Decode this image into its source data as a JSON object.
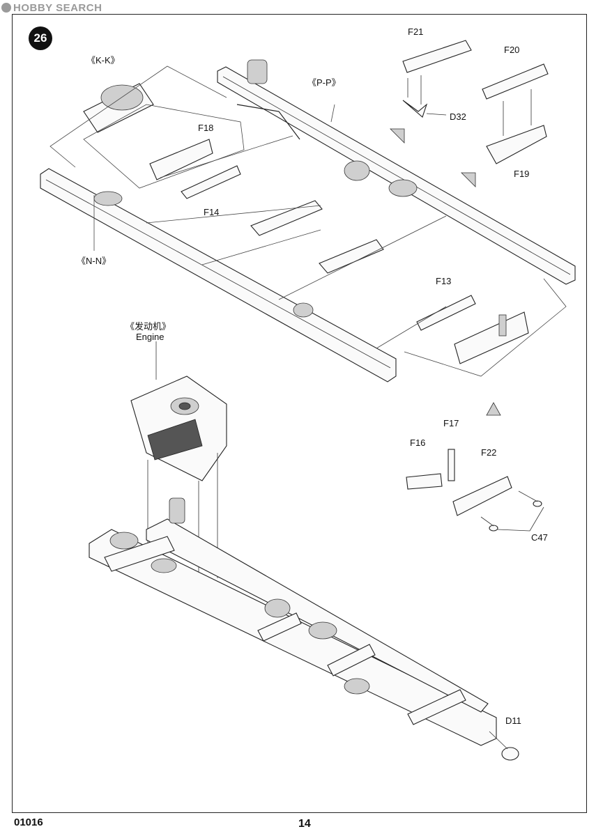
{
  "watermark": "HOBBY SEARCH",
  "step_number": "26",
  "footer": {
    "code": "01016",
    "page": "14"
  },
  "labels": {
    "kk": "《K-K》",
    "pp": "《P-P》",
    "nn": "《N-N》",
    "engine_cn": "《发动机》",
    "engine_en": "Engine",
    "f21": "F21",
    "f20": "F20",
    "d32": "D32",
    "f19": "F19",
    "f18": "F18",
    "f14": "F14",
    "f13": "F13",
    "f17": "F17",
    "f16": "F16",
    "f22": "F22",
    "c47": "C47",
    "d11": "D11"
  }
}
